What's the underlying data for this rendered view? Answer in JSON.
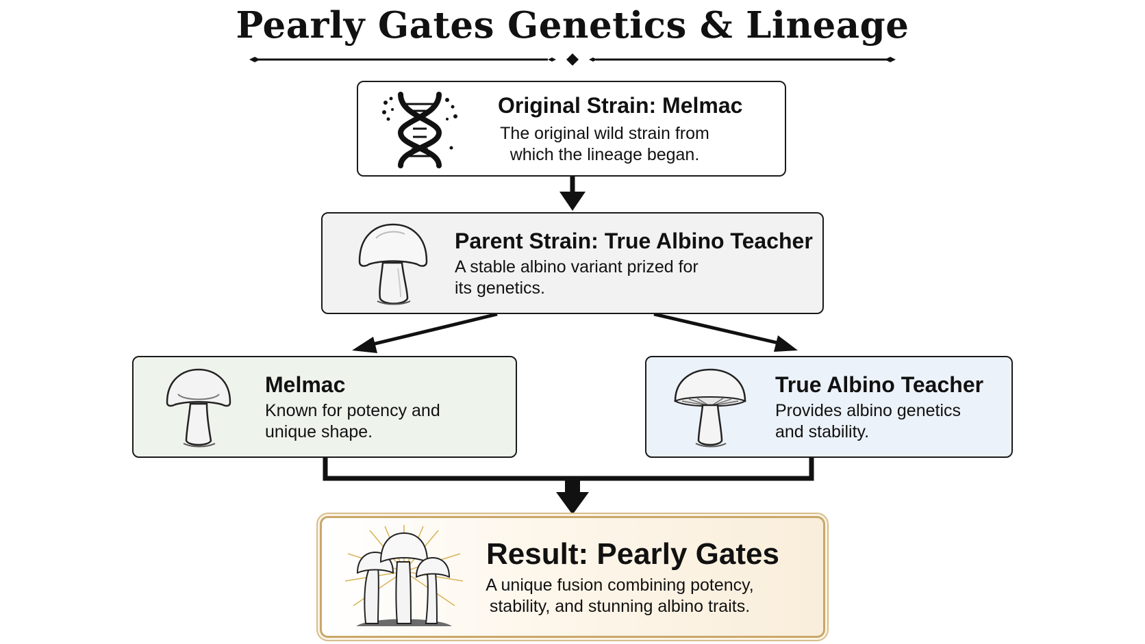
{
  "title": "Pearly Gates Genetics & Lineage",
  "nodes": {
    "original": {
      "heading": "Original Strain: Melmac",
      "description": "The original wild strain from which the lineage began.",
      "icon": "dna-helix-icon"
    },
    "parent": {
      "heading": "Parent Strain: True Albino Teacher",
      "description": "A stable albino variant prized for its genetics.",
      "icon": "white-mushroom-icon"
    },
    "melmac": {
      "heading": "Melmac",
      "description": "Known for potency and unique shape.",
      "icon": "mushroom-icon"
    },
    "teacher": {
      "heading": "True Albino Teacher",
      "description": "Provides albino genetics and stability.",
      "icon": "gilled-mushroom-icon"
    },
    "result": {
      "heading": "Result: Pearly Gates",
      "description": "A unique fusion combining potency, stability, and stunning albino traits.",
      "icon": "mushroom-cluster-icon"
    }
  },
  "edges": [
    {
      "from": "original",
      "to": "parent"
    },
    {
      "from": "parent",
      "to": "melmac"
    },
    {
      "from": "parent",
      "to": "teacher"
    },
    {
      "from": "melmac",
      "to": "result"
    },
    {
      "from": "teacher",
      "to": "result"
    }
  ],
  "colors": {
    "line": "#111111",
    "parent_fill": "#f2f2f2",
    "melmac_fill": "#eef4ec",
    "teacher_fill": "#ecf2f9",
    "result_fill": "#f9eedb",
    "result_border": "#c9a769"
  }
}
